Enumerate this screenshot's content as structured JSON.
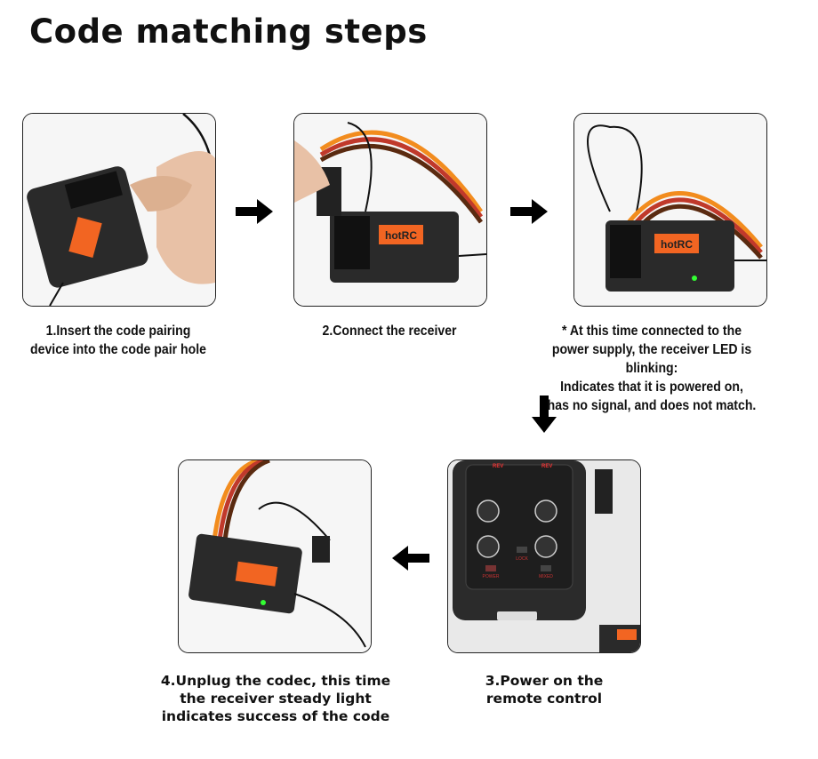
{
  "title": "Code matching steps",
  "brand": "hotRC",
  "steps": [
    {
      "caption_lines": [
        "1.Insert the code pairing",
        "device into the code pair hole"
      ]
    },
    {
      "caption_lines": [
        "2.Connect the receiver"
      ]
    },
    {
      "caption_lines": [
        "* At this time connected to the",
        "power supply, the receiver LED is blinking:",
        "Indicates that it is powered on,",
        "has no signal, and does not match."
      ]
    },
    {
      "caption_lines": [
        "3.Power on the",
        "remote control"
      ]
    },
    {
      "caption_lines": [
        "4.Unplug the codec, this time",
        "the receiver steady light",
        "indicates success of the code"
      ]
    }
  ],
  "remote_labels": {
    "power": "POWER",
    "mixed": "MIXED",
    "lock": "LOCK",
    "rev1": "REV",
    "rev2": "REV"
  },
  "colors": {
    "accent": "#f26522",
    "receiver": "#2a2a2a",
    "arrow": "#000000"
  }
}
